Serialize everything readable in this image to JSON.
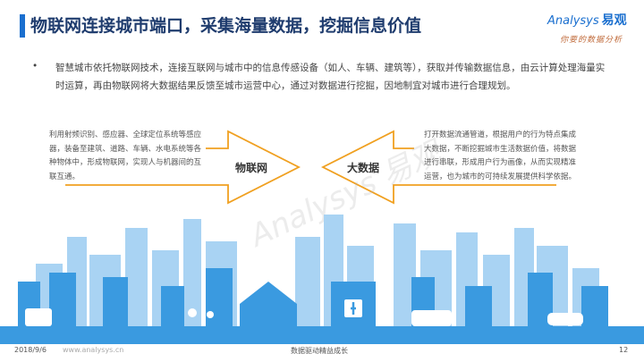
{
  "header": {
    "title": "物联网连接城市端口，采集海量数据，挖掘信息价值"
  },
  "logo": {
    "brand_en": "Analysys",
    "brand_cn": "易观",
    "slogan": "你要的数据分析"
  },
  "intro": {
    "bullet": "•",
    "text": "智慧城市依托物联网技术，连接互联网与城市中的信息传感设备（如人、车辆、建筑等），获取并传输数据信息，由云计算处理海量实时运算，再由物联网将大数据结果反馈至城市运营中心，通过对数据进行挖掘，因地制宜对城市进行合理规划。"
  },
  "left_box": {
    "label": "物联网",
    "text": "利用射频识别、感应器、全球定位系统等感应器，装备至建筑、道路、车辆、水电系统等各种物体中，形成物联网，实现人与机器间的互联互通。"
  },
  "right_box": {
    "label": "大数据",
    "text": "打开数据流通管道，根据用户的行为特点集成大数据，不断挖掘城市生活数据价值，将数据进行串联，形成用户行为画像，从而实现精准运营，也为城市的可持续发展提供科学依据。"
  },
  "colors": {
    "accent": "#f0a020",
    "brand": "#1a6fcf",
    "city_light": "#a9d3f3",
    "city_dark": "#3a9ae0"
  },
  "footer": {
    "date": "2018/9/6",
    "site": "www.analysys.cn",
    "slogan": "数据驱动精益成长",
    "page": "12"
  }
}
